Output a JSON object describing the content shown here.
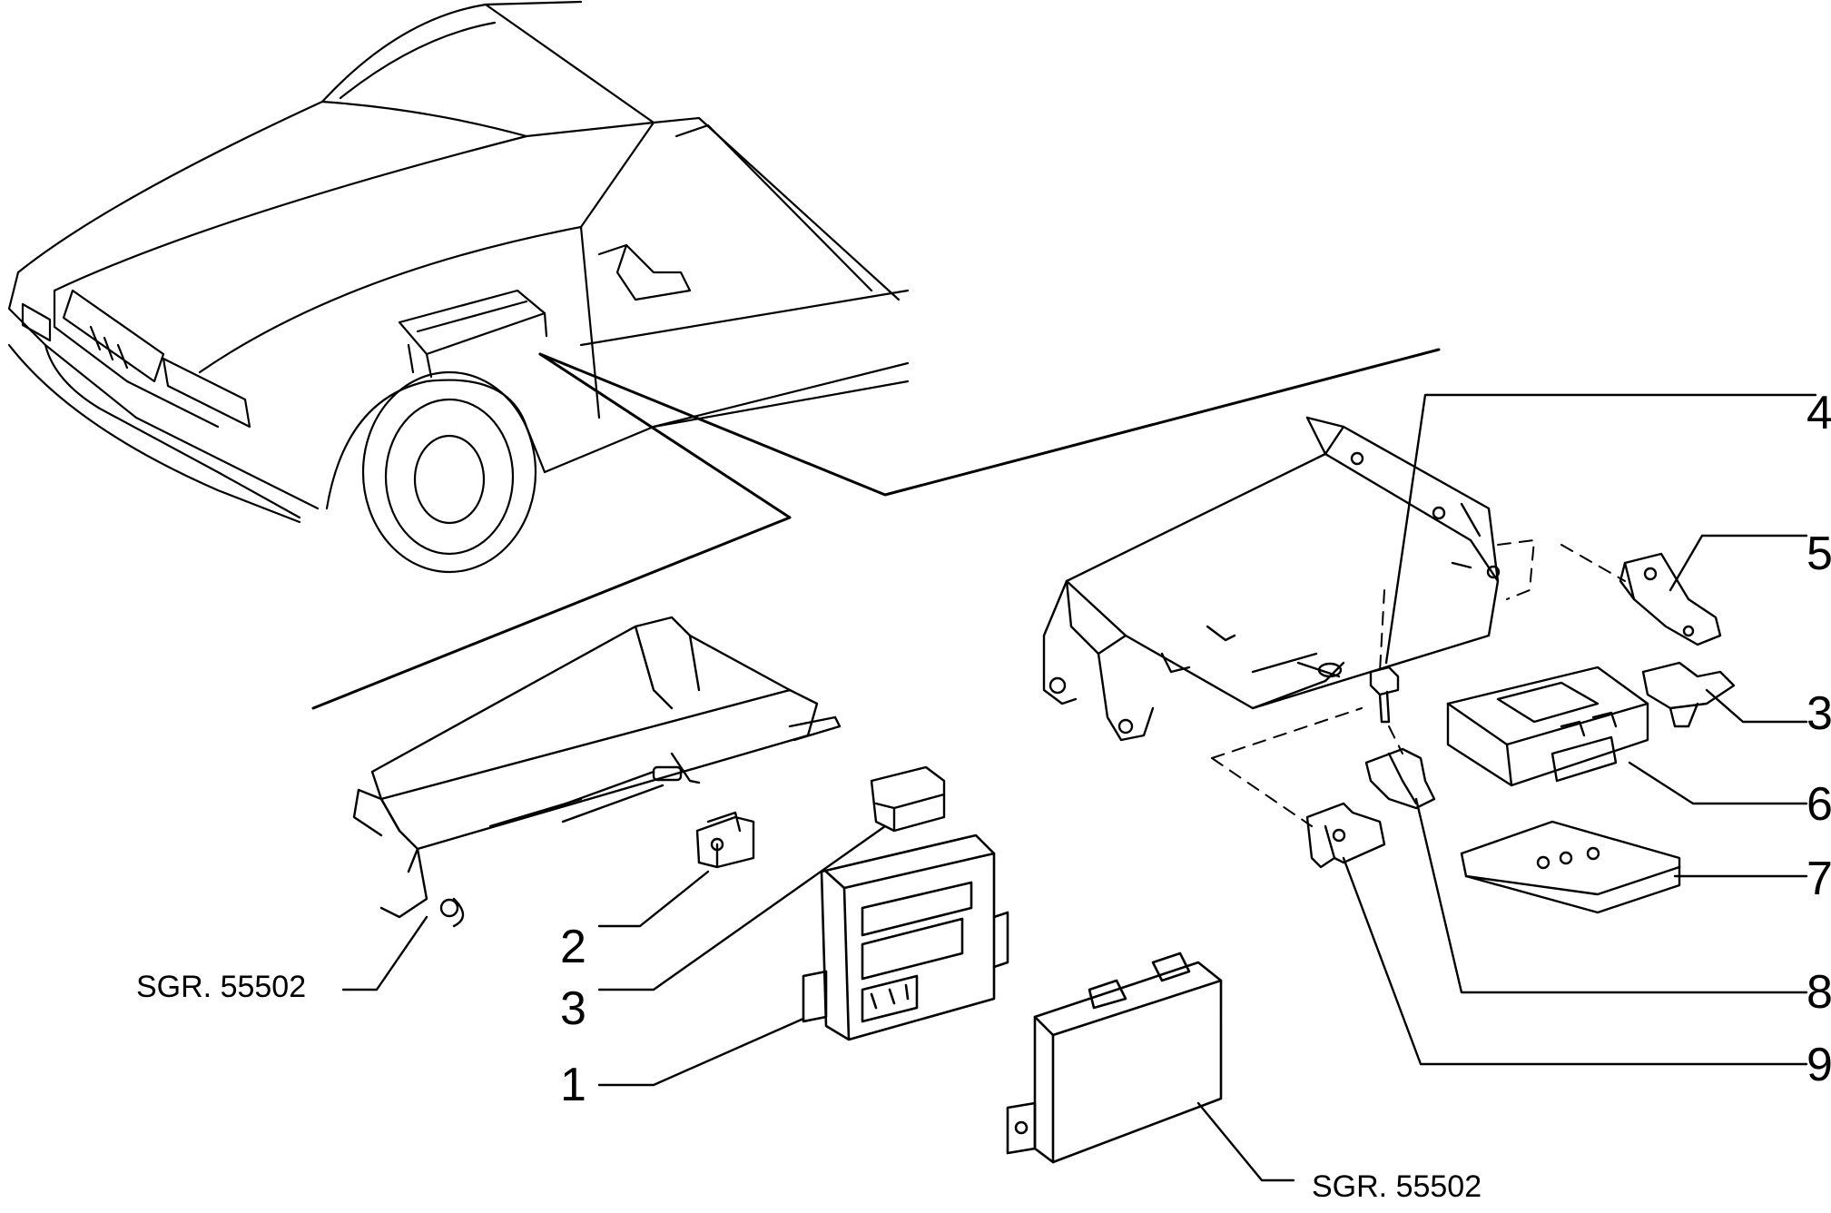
{
  "callouts": {
    "c1": "1",
    "c2": "2",
    "c3_left": "3",
    "c3_right": "3",
    "c4": "4",
    "c5": "5",
    "c6": "6",
    "c7": "7",
    "c8": "8",
    "c9": "9",
    "ref_left": "SGR. 55502",
    "ref_bottom": "SGR. 55502"
  }
}
